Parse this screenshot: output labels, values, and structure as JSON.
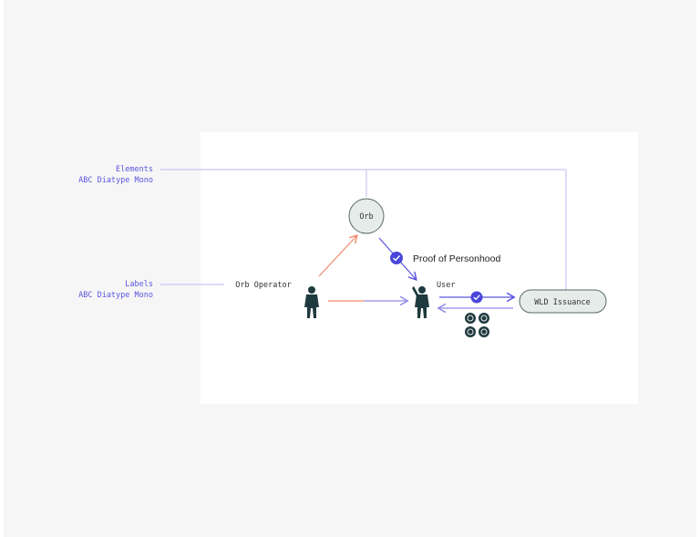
{
  "annotations": {
    "elements_title": "Elements",
    "elements_font": "ABC Diatype Mono",
    "labels_title": "Labels",
    "labels_font": "ABC Diatype Mono"
  },
  "nodes": {
    "orb": "Orb",
    "wld_issuance": "WLD Issuance"
  },
  "labels": {
    "orb_operator": "Orb Operator",
    "user": "User",
    "proof_of_personhood": "Proof of Personhood"
  },
  "colors": {
    "accent": "#5a55e0",
    "orange": "#f08a6a",
    "dark": "#1f3a3f",
    "node_fill": "#e6ecea",
    "node_stroke": "#5a6a68",
    "check": "#4a46d9"
  },
  "icons": [
    "person-icon",
    "person-raised-hand-icon",
    "check-badge-icon",
    "coin-grid-icon"
  ]
}
